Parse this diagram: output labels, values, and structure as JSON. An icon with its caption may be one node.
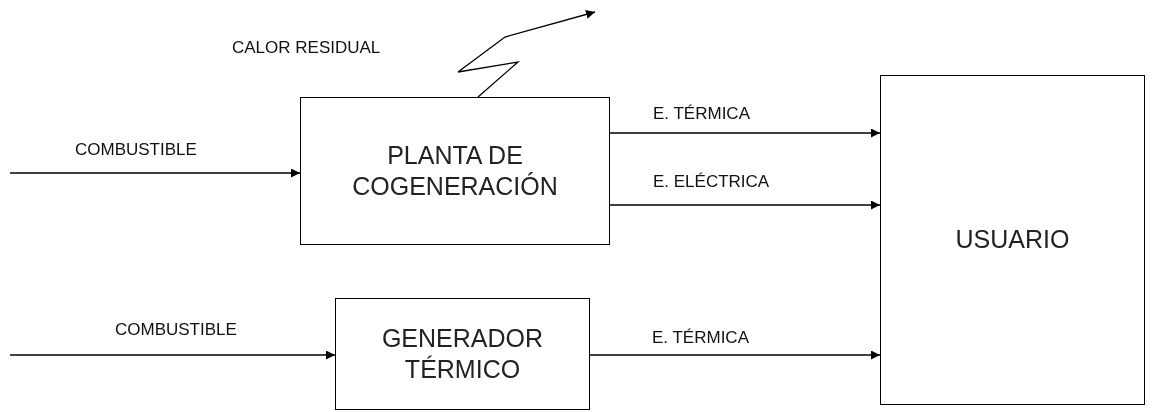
{
  "diagram": {
    "nodes": [
      {
        "text": [
          "PLANTA DE COGENERACIÓN"
        ]
      },
      {
        "text": [
          "GENERADOR TÉRMICO"
        ]
      },
      {
        "text": [
          "USUARIO"
        ]
      }
    ],
    "edges": [
      {
        "from": null,
        "to": 0,
        "arrow": "to",
        "label": "COMBUSTIBLE"
      },
      {
        "from": 0,
        "to": 2,
        "arrow": "to",
        "label": "E. TÉRMICA"
      },
      {
        "from": 0,
        "to": 2,
        "arrow": "to",
        "label": "E. ELÉCTRICA"
      },
      {
        "from": null,
        "to": 1,
        "arrow": "to",
        "label": "COMBUSTIBLE"
      },
      {
        "from": 1,
        "to": 2,
        "arrow": "to",
        "label": "E. TÉRMICA"
      },
      {
        "from": 0,
        "to": null,
        "arrow": "to",
        "label": "CALOR RESIDUAL"
      }
    ]
  }
}
